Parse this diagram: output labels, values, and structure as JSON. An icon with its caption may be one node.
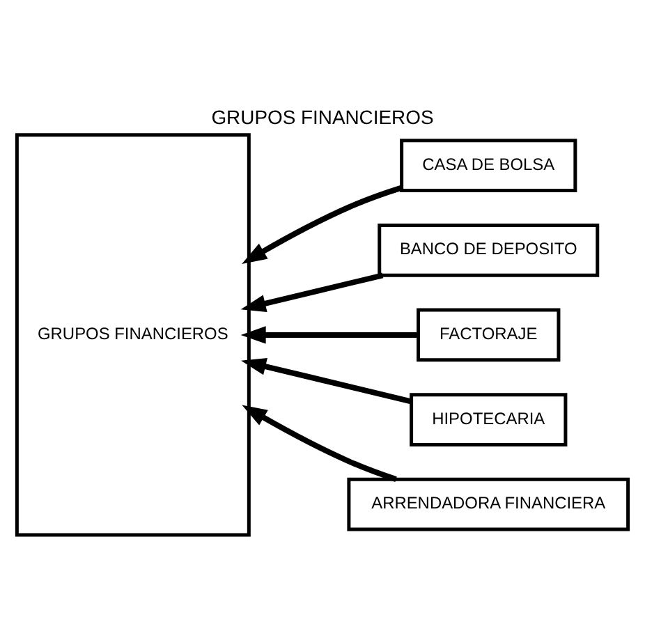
{
  "diagram": {
    "title": "GRUPOS FINANCIEROS",
    "nodes": [
      {
        "text": [
          "GRUPOS FINANCIEROS"
        ]
      },
      {
        "text": [
          "CASA DE BOLSA"
        ]
      },
      {
        "text": [
          "BANCO DE DEPOSITO"
        ]
      },
      {
        "text": [
          "FACTORAJE"
        ]
      },
      {
        "text": [
          "HIPOTECARIA"
        ]
      },
      {
        "text": [
          "ARRENDADORA FINANCIERA"
        ]
      }
    ],
    "edges": [
      {
        "from": 1,
        "to": 0,
        "arrow": "to"
      },
      {
        "from": 2,
        "to": 0,
        "arrow": "to"
      },
      {
        "from": 3,
        "to": 0,
        "arrow": "to"
      },
      {
        "from": 4,
        "to": 0,
        "arrow": "to"
      },
      {
        "from": 5,
        "to": 0,
        "arrow": "to"
      }
    ]
  }
}
